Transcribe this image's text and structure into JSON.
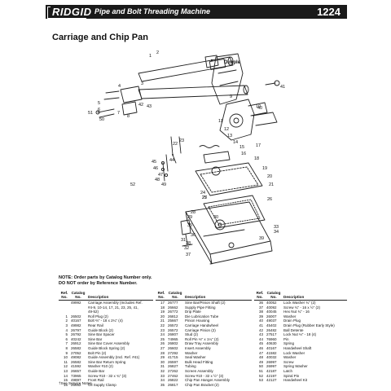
{
  "header": {
    "brand": "RIDGID",
    "machine_title": "Pipe and Bolt Threading Machine",
    "page_number": "1224"
  },
  "section_title": "Carriage and Chip Pan",
  "diagram": {
    "dimple_label": "Dimple",
    "callouts": [
      "1",
      "2",
      "3",
      "4",
      "5",
      "6",
      "7",
      "8",
      "9",
      "10",
      "11",
      "12",
      "13",
      "14",
      "15",
      "16",
      "17",
      "18",
      "19",
      "20",
      "21",
      "22",
      "23",
      "24",
      "25",
      "26",
      "27",
      "28",
      "29",
      "30",
      "31",
      "32",
      "33",
      "34",
      "35",
      "36",
      "37",
      "38",
      "39",
      "40",
      "41",
      "42",
      "43",
      "44",
      "45",
      "46",
      "47",
      "48",
      "49",
      "50",
      "51",
      "52"
    ]
  },
  "notes": {
    "line1": "NOTE: Order parts by Catalog Number only.",
    "line2": "DO NOT order by Reference Number."
  },
  "table": {
    "headers": {
      "ref": "Ref. No.",
      "catalog": "Catalog No.",
      "description": "Description"
    },
    "columns": [
      [
        {
          "ref": "",
          "cat": "49992",
          "desc": "Carriage Assembly (Includes Ref."
        },
        {
          "ref": "",
          "cat": "",
          "desc": "#4-9, 10-14, 17, 21, 23, 25, 41,"
        },
        {
          "ref": "",
          "cat": "",
          "desc": "49-52)"
        },
        {
          "ref": "1",
          "cat": "26502",
          "desc": "Roll Plug (2)"
        },
        {
          "ref": "2",
          "cat": "40167",
          "desc": "Bolt ⅔\" - 18 x 2¼\" (4)"
        },
        {
          "ref": "3",
          "cat": "49982",
          "desc": "Rear Rail"
        },
        {
          "ref": "4",
          "cat": "26797",
          "desc": "Guide Block (2)"
        },
        {
          "ref": "5",
          "cat": "26792",
          "desc": "Sine Bar Spacer"
        },
        {
          "ref": "6",
          "cat": "40242",
          "desc": "Sine Bar"
        },
        {
          "ref": "7",
          "cat": "26912",
          "desc": "Sine Bar Cover Assembly"
        },
        {
          "ref": "8",
          "cat": "26582",
          "desc": "Guide Block Spring (2)"
        },
        {
          "ref": "9",
          "cat": "27052",
          "desc": "Bolt Pin (2)"
        },
        {
          "ref": "10",
          "cat": "49082",
          "desc": "Guide Assembly (Incl. Ref. #41)"
        },
        {
          "ref": "11",
          "cat": "26582",
          "desc": "Sine Bar Return Spring"
        },
        {
          "ref": "12",
          "cat": "41592",
          "desc": "Washer #10 (2)"
        },
        {
          "ref": "13",
          "cat": "26657",
          "desc": "Guide Bar"
        },
        {
          "ref": "14",
          "cat": "73965",
          "desc": "Screw #10 - 32 x ¾\" (3)"
        },
        {
          "ref": "15",
          "cat": "49897",
          "desc": "Front Rail"
        },
        {
          "ref": "16",
          "cat": "26652",
          "desc": "Oil Supply Clamp"
        }
      ],
      [
        {
          "ref": "17",
          "cat": "26777",
          "desc": "Sine Bar/Pinion Shaft (2)"
        },
        {
          "ref": "18",
          "cat": "26662",
          "desc": "Supply Pipe Fitting"
        },
        {
          "ref": "19",
          "cat": "26772",
          "desc": "Drip Plate"
        },
        {
          "ref": "20",
          "cat": "26812",
          "desc": "Die Lubrication Tube"
        },
        {
          "ref": "21",
          "cat": "25667",
          "desc": "Pinion Housing"
        },
        {
          "ref": "22",
          "cat": "26572",
          "desc": "Carriage Handwheel"
        },
        {
          "ref": "23",
          "cat": "26572",
          "desc": "Carriage Pinion (2)"
        },
        {
          "ref": "24",
          "cat": "26807",
          "desc": "Stud (2)"
        },
        {
          "ref": "25",
          "cat": "74965",
          "desc": "Roll Pin ⅓\" x 1¼\" (2)"
        },
        {
          "ref": "26",
          "cat": "26802",
          "desc": "Draw Tray Assembly"
        },
        {
          "ref": "27",
          "cat": "26602",
          "desc": "Insert Assembly"
        },
        {
          "ref": "28",
          "cat": "27292",
          "desc": "Washer"
        },
        {
          "ref": "29",
          "cat": "41715",
          "desc": "Seal Washer"
        },
        {
          "ref": "30",
          "cat": "26597",
          "desc": "Bulk Head Fitting"
        },
        {
          "ref": "31",
          "cat": "26827",
          "desc": "Tubing"
        },
        {
          "ref": "32",
          "cat": "27262",
          "desc": "Screen Assembly"
        },
        {
          "ref": "33",
          "cat": "27462",
          "desc": "Screw #10 - 32 x ½\" (3)"
        },
        {
          "ref": "34",
          "cat": "26822",
          "desc": "Chip Pan Hanger Assembly"
        },
        {
          "ref": "35",
          "cat": "26817",
          "desc": "Chip Pan Bracket (2)"
        }
      ],
      [
        {
          "ref": "36",
          "cat": "40052",
          "desc": "Lock Washer ¾\" (2)"
        },
        {
          "ref": "37",
          "cat": "40092",
          "desc": "Screw ¾\" - 16 x ½\" (2)"
        },
        {
          "ref": "38",
          "cat": "40045",
          "desc": "Hex Nut ¾\" - 16"
        },
        {
          "ref": "39",
          "cat": "26007",
          "desc": "Washer"
        },
        {
          "ref": "40",
          "cat": "49037",
          "desc": "Drain Plug"
        },
        {
          "ref": "41",
          "cat": "45402",
          "desc": "Drain Plug (Rubber Early Style)"
        },
        {
          "ref": "42",
          "cat": "26482",
          "desc": "Ball Detente"
        },
        {
          "ref": "43",
          "cat": "27517",
          "desc": "Lock Nut ⅓\" - 18 (4)"
        },
        {
          "ref": "44",
          "cat": "76960",
          "desc": "Pin"
        },
        {
          "ref": "45",
          "cat": "40630",
          "desc": "Spring"
        },
        {
          "ref": "46",
          "cat": "40167",
          "desc": "Handwheel Shaft"
        },
        {
          "ref": "47",
          "cat": "41582",
          "desc": "Lock Washer"
        },
        {
          "ref": "48",
          "cat": "40032",
          "desc": "Washer"
        },
        {
          "ref": "49",
          "cat": "26997",
          "desc": "Screw"
        },
        {
          "ref": "50",
          "cat": "26997",
          "desc": "Spring Washer"
        },
        {
          "ref": "51",
          "cat": "42187",
          "desc": "Latch"
        },
        {
          "ref": "52",
          "cat": "42197",
          "desc": "Spiral Pin"
        },
        {
          "ref": "53",
          "cat": "42127",
          "desc": "Handwheel Kit"
        }
      ]
    ]
  },
  "footnote": "†See Service Notes"
}
